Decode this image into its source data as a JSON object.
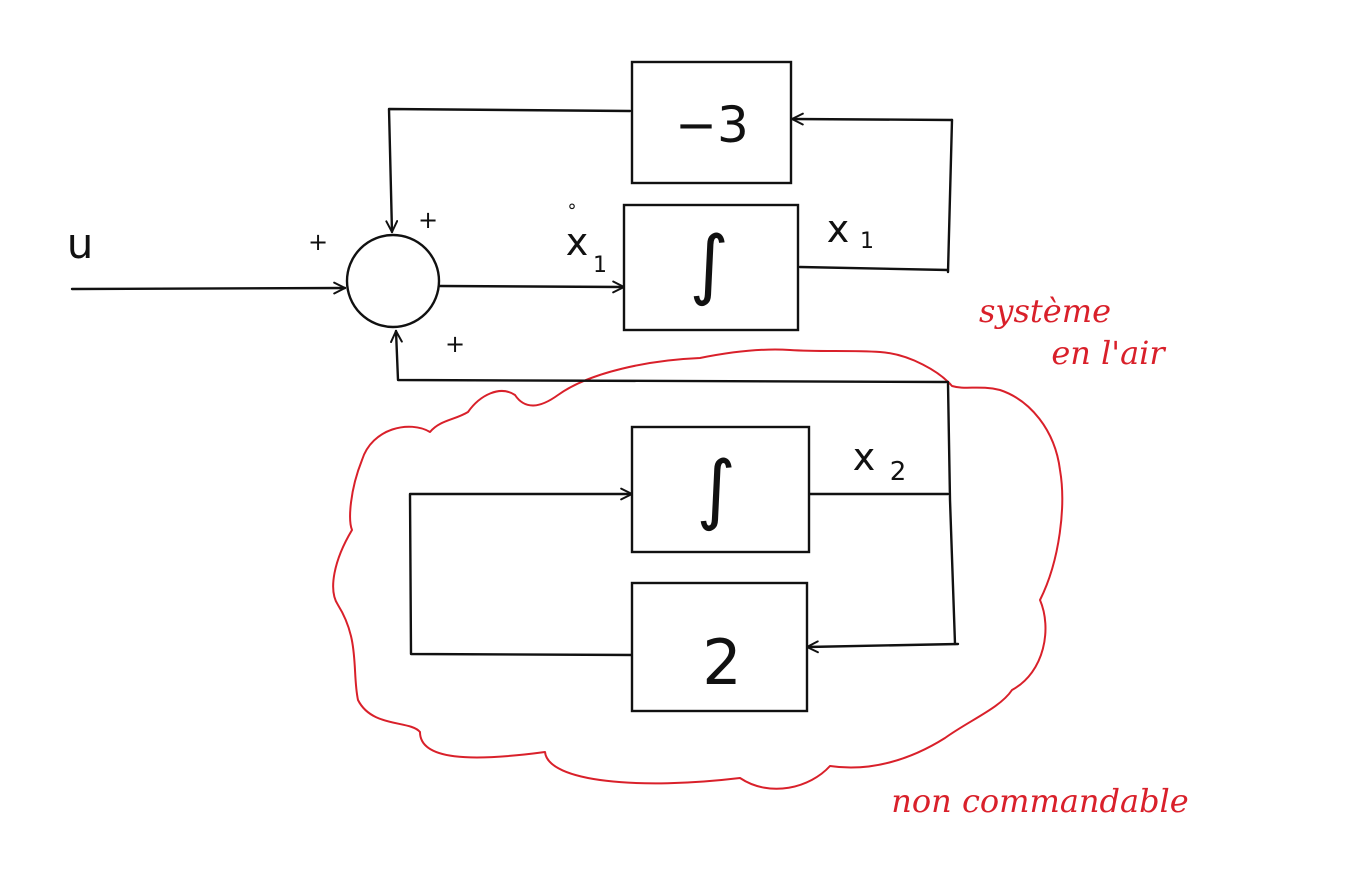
{
  "diagram": {
    "input_label": "u",
    "signs": {
      "input": "+",
      "top": "+",
      "bottom": "+"
    },
    "blocks": {
      "gain_top": "−3",
      "integrator_top": "∫",
      "integrator_bottom": "∫",
      "gain_bottom": "2"
    },
    "signals": {
      "x1_dot_base": "x",
      "x1_dot_sub": "1",
      "x1_dot_mark": "∘",
      "x1_base": "x",
      "x1_sub": "1",
      "x2_base": "x",
      "x2_sub": "2"
    },
    "annotations": {
      "color": "#d9202a",
      "side_note_line1": "système",
      "side_note_line2": "en l'air",
      "bottom_note": "non commandable"
    }
  }
}
